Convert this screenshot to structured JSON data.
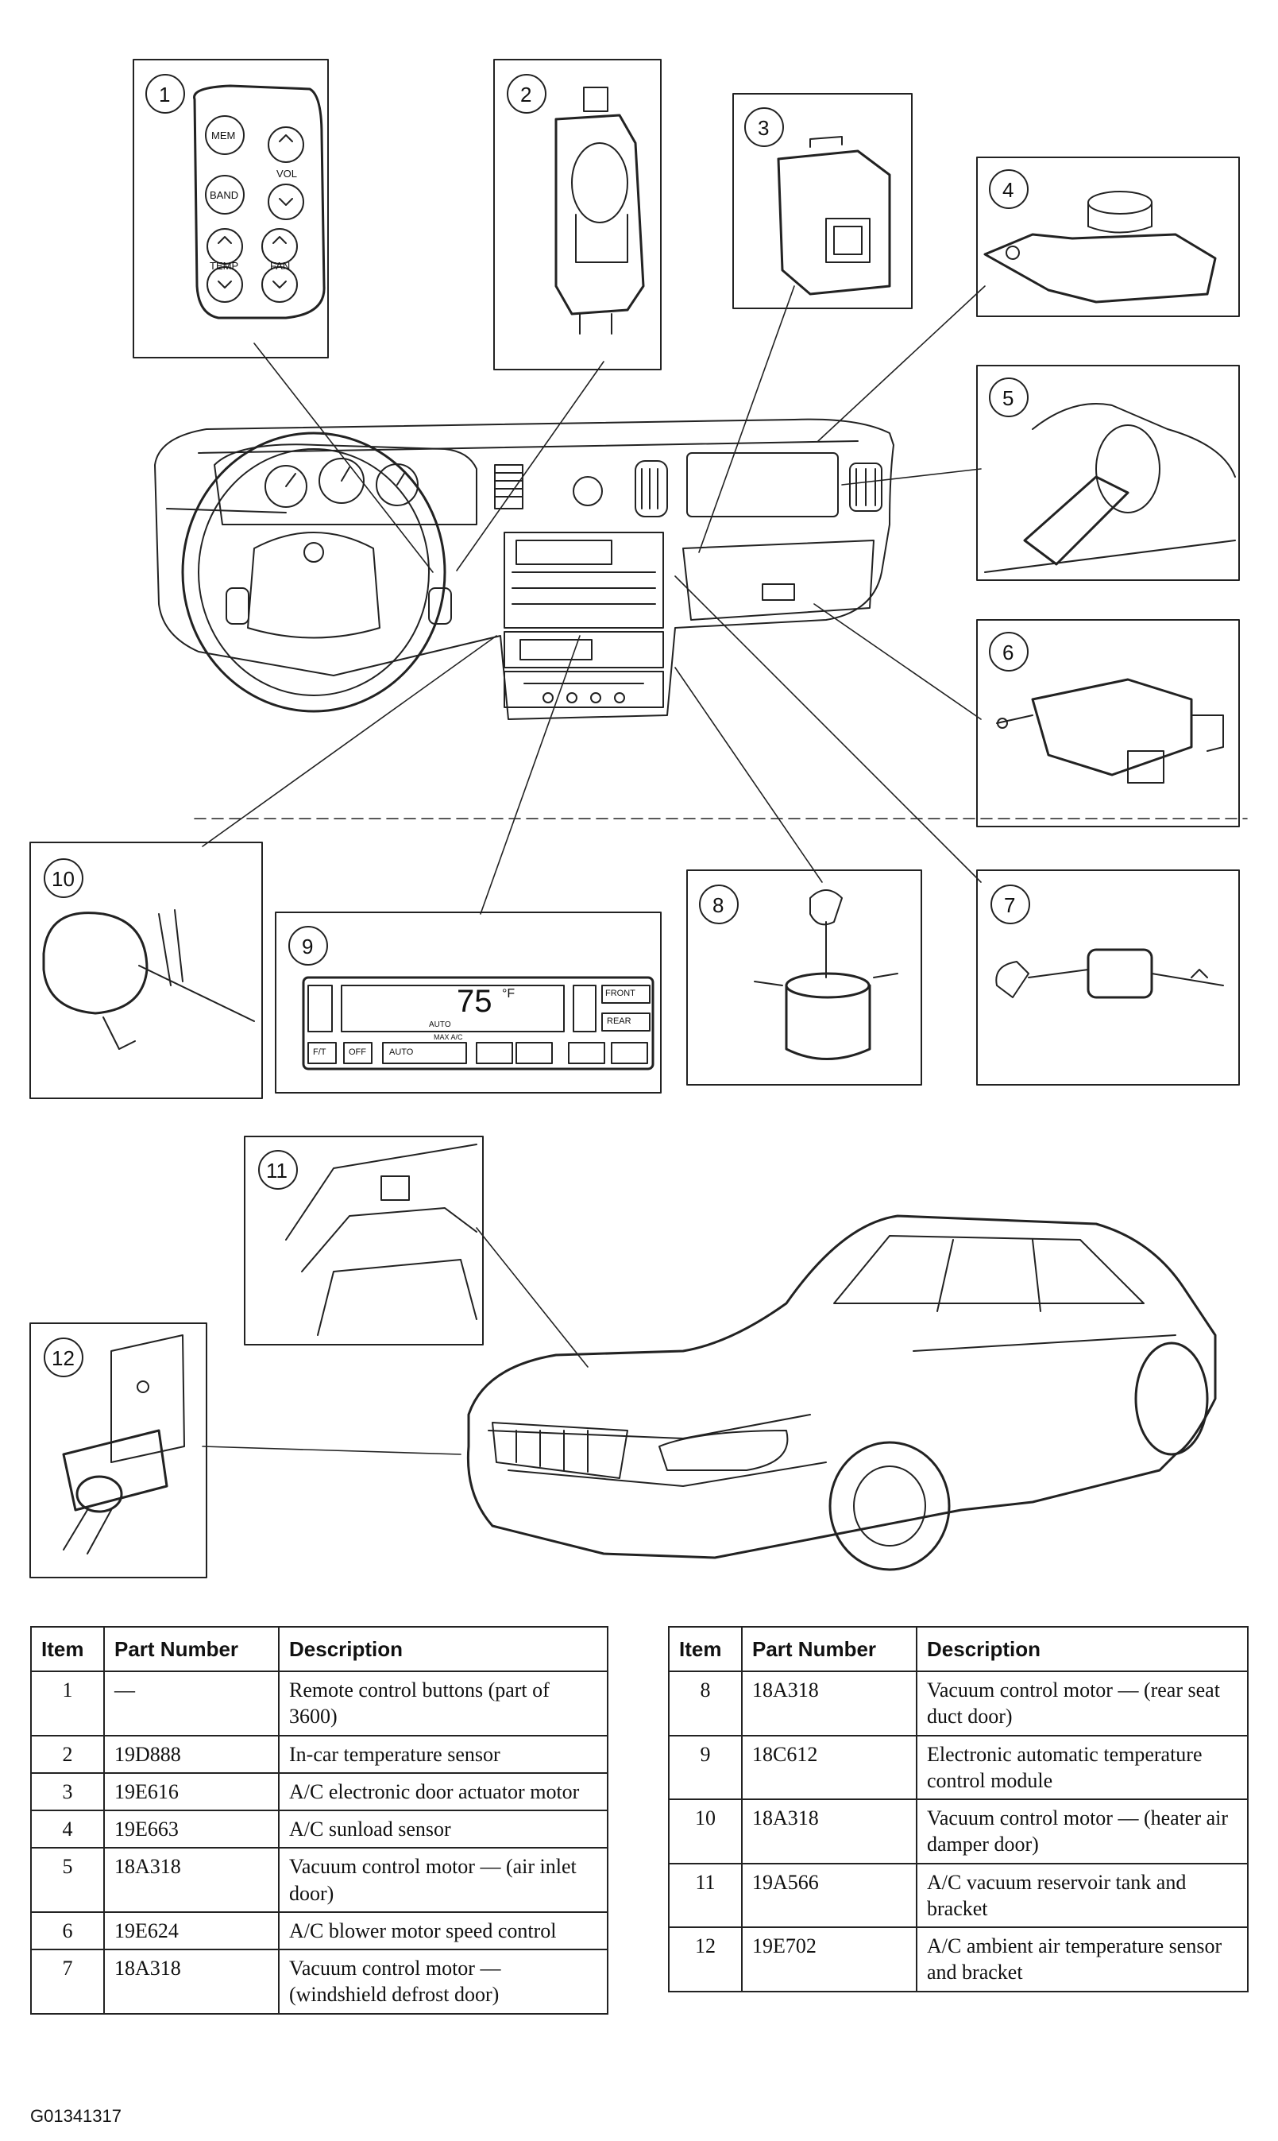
{
  "callouts": [
    {
      "num": "1"
    },
    {
      "num": "2"
    },
    {
      "num": "3"
    },
    {
      "num": "4"
    },
    {
      "num": "5"
    },
    {
      "num": "6"
    },
    {
      "num": "7"
    },
    {
      "num": "8"
    },
    {
      "num": "9"
    },
    {
      "num": "10"
    },
    {
      "num": "11"
    },
    {
      "num": "12"
    }
  ],
  "remote_buttons": {
    "mem": "MEM",
    "band": "BAND",
    "vol": "VOL",
    "temp": "TEMP",
    "fan": "FAN"
  },
  "control_module": {
    "temp_value": "75",
    "temp_unit": "°F",
    "mode": "AUTO",
    "front": "FRONT",
    "rear": "REAR",
    "buttons": [
      "F/T",
      "OFF",
      "AUTO"
    ],
    "max_ac": "MAX A/C"
  },
  "table": {
    "headers": {
      "item": "Item",
      "part": "Part Number",
      "desc": "Description"
    },
    "left_rows": [
      {
        "item": "1",
        "part": "—",
        "desc": "Remote control buttons (part of 3600)"
      },
      {
        "item": "2",
        "part": "19D888",
        "desc": "In-car temperature sensor"
      },
      {
        "item": "3",
        "part": "19E616",
        "desc": "A/C electronic door actuator motor"
      },
      {
        "item": "4",
        "part": "19E663",
        "desc": "A/C sunload sensor"
      },
      {
        "item": "5",
        "part": "18A318",
        "desc": "Vacuum control motor — (air inlet door)"
      },
      {
        "item": "6",
        "part": "19E624",
        "desc": "A/C blower motor speed control"
      },
      {
        "item": "7",
        "part": "18A318",
        "desc": "Vacuum control motor — (windshield defrost door)"
      }
    ],
    "right_rows": [
      {
        "item": "8",
        "part": "18A318",
        "desc": "Vacuum control motor — (rear seat duct door)"
      },
      {
        "item": "9",
        "part": "18C612",
        "desc": "Electronic automatic temperature control module"
      },
      {
        "item": "10",
        "part": "18A318",
        "desc": "Vacuum control motor — (heater air damper door)"
      },
      {
        "item": "11",
        "part": "19A566",
        "desc": "A/C vacuum reservoir tank and bracket"
      },
      {
        "item": "12",
        "part": "19E702",
        "desc": "A/C ambient air temperature sensor and bracket"
      }
    ]
  },
  "figure_id": "G01341317"
}
